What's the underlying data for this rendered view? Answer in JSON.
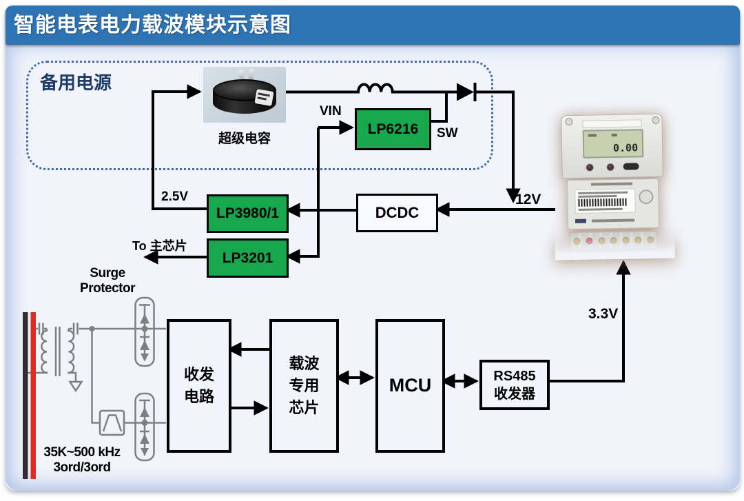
{
  "header": {
    "title": "智能电表电力载波模块示意图"
  },
  "backup_power": {
    "label": "备用电源",
    "supercap_label": "超级电容",
    "boost_chip": "LP6216",
    "vin_label": "VIN",
    "sw_label": "SW"
  },
  "power_tree": {
    "ldo1": "LP3980/1",
    "ldo2": "LP3201",
    "dcdc": "DCDC",
    "v25": "2.5V",
    "v12": "12V",
    "v33": "3.3V",
    "to_main_chip": "To 主芯片"
  },
  "plc_chain": {
    "transceiver": "收发\n电路",
    "carrier_chip": "载波\n专用\n芯片",
    "mcu": "MCU",
    "rs485": "RS485\n收发器"
  },
  "line_frontend": {
    "surge_protector": "Surge\nProtector",
    "filter_spec": "35K~500 kHz\n3ord/3ord"
  },
  "meter": {
    "display_value": "0.00"
  },
  "colors": {
    "title_bar": "#2E74B5",
    "chip_green": "#17A74D",
    "navy_label": "#1E3A67",
    "bus_red": "#E02B20",
    "circuit_gray": "#7F7F7F"
  }
}
